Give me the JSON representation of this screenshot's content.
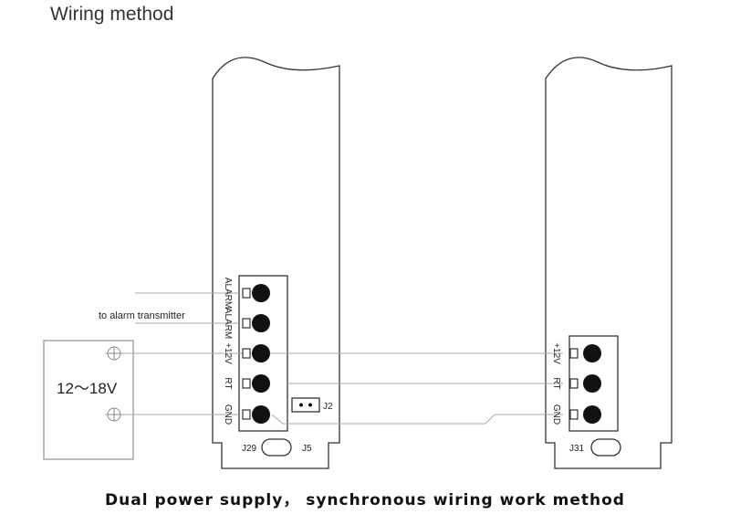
{
  "heading": "Wiring method",
  "caption": "Dual power supply， synchronous wiring work method",
  "power_supply": {
    "voltage_label": "12～18V"
  },
  "alarm_note": "to alarm transmitter",
  "left_unit": {
    "terminals": [
      "ALARM",
      "ALARM",
      "+12V",
      "RT",
      "GND"
    ],
    "connector_label": "J29",
    "jumper_label": "J2",
    "jumper_bottom_label": "J5"
  },
  "right_unit": {
    "terminals": [
      "+12V",
      "RT",
      "GND"
    ],
    "connector_label": "J31"
  }
}
